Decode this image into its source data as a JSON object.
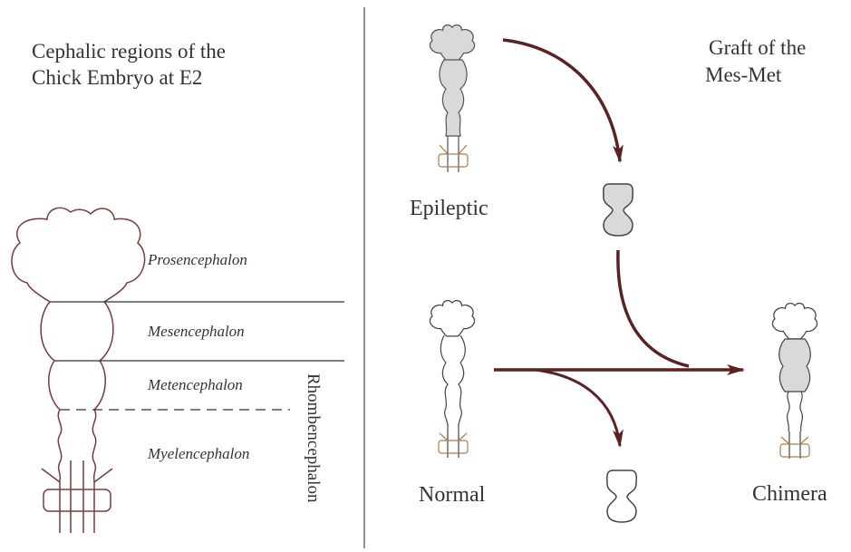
{
  "left_panel": {
    "title_line1": "Cephalic regions of the",
    "title_line2": "Chick Embryo at E2",
    "regions": [
      "Prosencephalon",
      "Mesencephalon",
      "Metencephalon",
      "Myelencephalon"
    ],
    "rhombencephalon_label": "Rhombencephalon"
  },
  "right_panel": {
    "title_line1": "Graft of the",
    "title_line2": "Mes-Met",
    "labels": {
      "epileptic": "Epileptic",
      "normal": "Normal",
      "chimera": "Chimera"
    }
  },
  "colors": {
    "outline": "#7a3b3b",
    "arrow": "#5a2222",
    "graft_fill": "#d9d9d9",
    "text": "#333333",
    "segment_accent": "#b07a4a"
  }
}
